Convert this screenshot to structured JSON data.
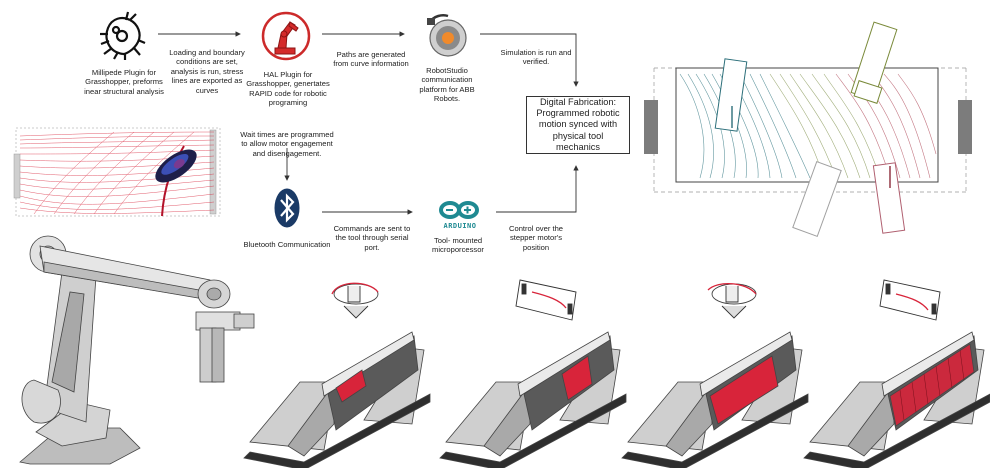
{
  "steps": {
    "millipede": "Millipede Plugin for Grasshopper, preforms inear structural analysis",
    "loading": "Loading and boundary conditions are set, analysis is run, stress lines are exported as curves",
    "hal": "HAL Plugin for Grasshopper, genertates RAPID code for robotic programing",
    "paths": "Paths are generated from curve information",
    "robotstudio": "RobotStudio communication platform for ABB Robots.",
    "simulation": "Simulation is run and verified.",
    "wait": "Wait times are programmed to allow motor engagement and disengagement.",
    "bluetooth": "Bluetooth Communication",
    "commands": "Commands are sent to the tool through serial port.",
    "arduino": "Tool- mounted microporcessor",
    "control": "Control over the stepper motor's position"
  },
  "digital_fabrication": "Digital Fabrication: Programmed robotic motion synced with physical tool mechanics",
  "arduino_logo_text": "ARDUINO",
  "colors": {
    "line": "#333333",
    "stress_red": "#d8243a",
    "bluetooth": "#1a3a66",
    "arduino": "#1f8a92",
    "hal_red": "#d42b2b",
    "teal_lines": "#3c7e88",
    "green_lines": "#8a9a5a",
    "grey_metal": "#9a9a9a"
  },
  "icons": [
    "millipede-icon",
    "hal-icon",
    "robotstudio-icon",
    "bluetooth-icon",
    "arduino-icon"
  ]
}
